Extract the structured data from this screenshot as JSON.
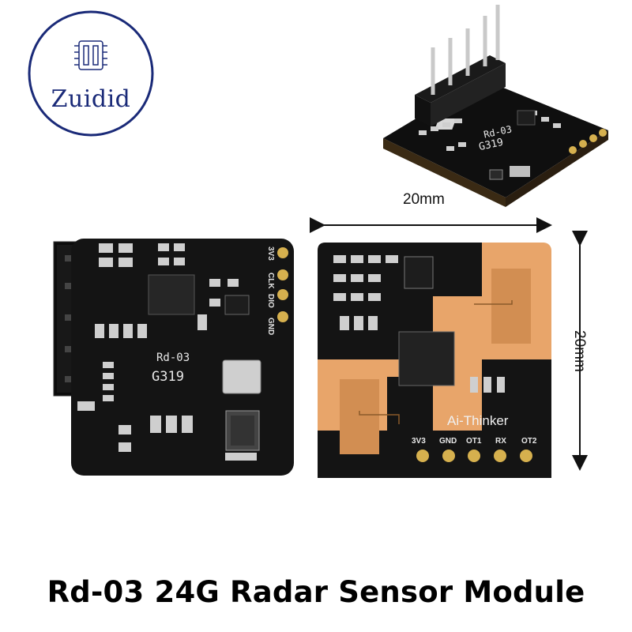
{
  "logo": {
    "brand": "Zuidid"
  },
  "dimensions": {
    "width_label": "20mm",
    "height_label": "20mm"
  },
  "front_board": {
    "model": "Rd-03",
    "code": "G319",
    "pins": [
      "3V3",
      "CLK",
      "DIO",
      "GND"
    ]
  },
  "back_board": {
    "brand": "Ai-Thinker",
    "pins": [
      "3V3",
      "GND",
      "OT1",
      "RX",
      "OT2"
    ]
  },
  "angled_board": {
    "model": "Rd-03",
    "code": "G319"
  },
  "caption": "Rd-03 24G Radar Sensor Module",
  "colors": {
    "pcb": "#141414",
    "antenna": "#e8a56a",
    "pad": "#c9a94a",
    "logo_ring": "#1a2a78"
  }
}
